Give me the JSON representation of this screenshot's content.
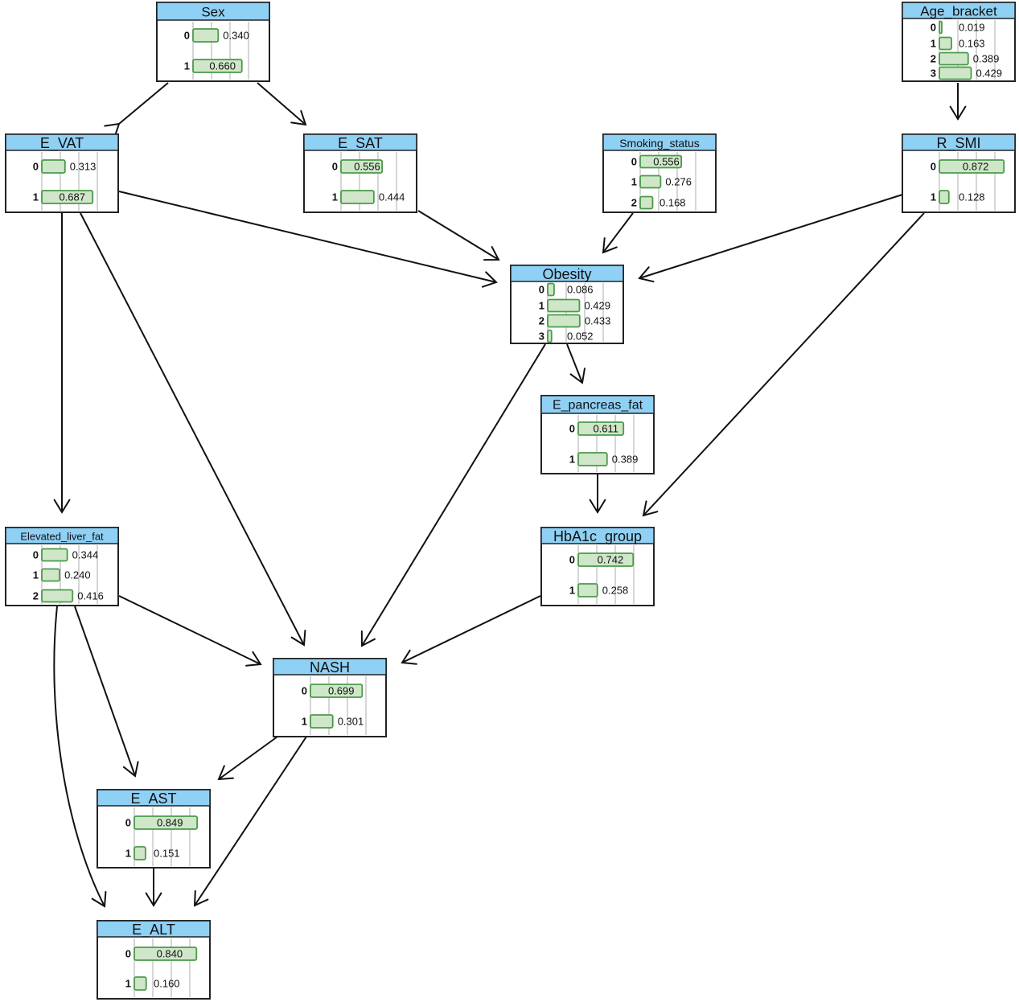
{
  "nodes": [
    {
      "id": "sex",
      "title": "Sex",
      "states": [
        {
          "label": "0",
          "value": "0.340"
        },
        {
          "label": "1",
          "value": "0.660"
        }
      ]
    },
    {
      "id": "age_bracket",
      "title": "Age_bracket",
      "states": [
        {
          "label": "0",
          "value": "0.019"
        },
        {
          "label": "1",
          "value": "0.163"
        },
        {
          "label": "2",
          "value": "0.389"
        },
        {
          "label": "3",
          "value": "0.429"
        }
      ]
    },
    {
      "id": "e_vat",
      "title": "E_VAT",
      "states": [
        {
          "label": "0",
          "value": "0.313"
        },
        {
          "label": "1",
          "value": "0.687"
        }
      ]
    },
    {
      "id": "e_sat",
      "title": "E_SAT",
      "states": [
        {
          "label": "0",
          "value": "0.556"
        },
        {
          "label": "1",
          "value": "0.444"
        }
      ]
    },
    {
      "id": "smoking_status",
      "title": "Smoking_status",
      "states": [
        {
          "label": "0",
          "value": "0.556"
        },
        {
          "label": "1",
          "value": "0.276"
        },
        {
          "label": "2",
          "value": "0.168"
        }
      ]
    },
    {
      "id": "r_smi",
      "title": "R_SMI",
      "states": [
        {
          "label": "0",
          "value": "0.872"
        },
        {
          "label": "1",
          "value": "0.128"
        }
      ]
    },
    {
      "id": "obesity",
      "title": "Obesity",
      "states": [
        {
          "label": "0",
          "value": "0.086"
        },
        {
          "label": "1",
          "value": "0.429"
        },
        {
          "label": "2",
          "value": "0.433"
        },
        {
          "label": "3",
          "value": "0.052"
        }
      ]
    },
    {
      "id": "e_pancreas_fat",
      "title": "E_pancreas_fat",
      "states": [
        {
          "label": "0",
          "value": "0.611"
        },
        {
          "label": "1",
          "value": "0.389"
        }
      ]
    },
    {
      "id": "elevated_liver_fat",
      "title": "Elevated_liver_fat",
      "states": [
        {
          "label": "0",
          "value": "0.344"
        },
        {
          "label": "1",
          "value": "0.240"
        },
        {
          "label": "2",
          "value": "0.416"
        }
      ]
    },
    {
      "id": "hba1c_group",
      "title": "HbA1c_group",
      "states": [
        {
          "label": "0",
          "value": "0.742"
        },
        {
          "label": "1",
          "value": "0.258"
        }
      ]
    },
    {
      "id": "nash",
      "title": "NASH",
      "states": [
        {
          "label": "0",
          "value": "0.699"
        },
        {
          "label": "1",
          "value": "0.301"
        }
      ]
    },
    {
      "id": "e_ast",
      "title": "E_AST",
      "states": [
        {
          "label": "0",
          "value": "0.849"
        },
        {
          "label": "1",
          "value": "0.151"
        }
      ]
    },
    {
      "id": "e_alt",
      "title": "E_ALT",
      "states": [
        {
          "label": "0",
          "value": "0.840"
        },
        {
          "label": "1",
          "value": "0.160"
        }
      ]
    }
  ],
  "edges": [
    {
      "from": "sex",
      "to": "e_vat"
    },
    {
      "from": "sex",
      "to": "e_sat"
    },
    {
      "from": "age_bracket",
      "to": "r_smi"
    },
    {
      "from": "e_vat",
      "to": "obesity"
    },
    {
      "from": "e_sat",
      "to": "obesity"
    },
    {
      "from": "smoking_status",
      "to": "obesity"
    },
    {
      "from": "r_smi",
      "to": "obesity"
    },
    {
      "from": "r_smi",
      "to": "hba1c_group"
    },
    {
      "from": "e_vat",
      "to": "elevated_liver_fat"
    },
    {
      "from": "e_vat",
      "to": "nash"
    },
    {
      "from": "obesity",
      "to": "e_pancreas_fat"
    },
    {
      "from": "obesity",
      "to": "nash"
    },
    {
      "from": "e_pancreas_fat",
      "to": "hba1c_group"
    },
    {
      "from": "hba1c_group",
      "to": "nash"
    },
    {
      "from": "elevated_liver_fat",
      "to": "nash"
    },
    {
      "from": "elevated_liver_fat",
      "to": "e_ast"
    },
    {
      "from": "elevated_liver_fat",
      "to": "e_alt"
    },
    {
      "from": "nash",
      "to": "e_ast"
    },
    {
      "from": "nash",
      "to": "e_alt"
    },
    {
      "from": "e_ast",
      "to": "e_alt"
    }
  ],
  "colors": {
    "header": "#8fd0f5",
    "bar_fill": "#cfe6c8",
    "bar_stroke": "#4a9a4a",
    "edge": "#111111"
  }
}
